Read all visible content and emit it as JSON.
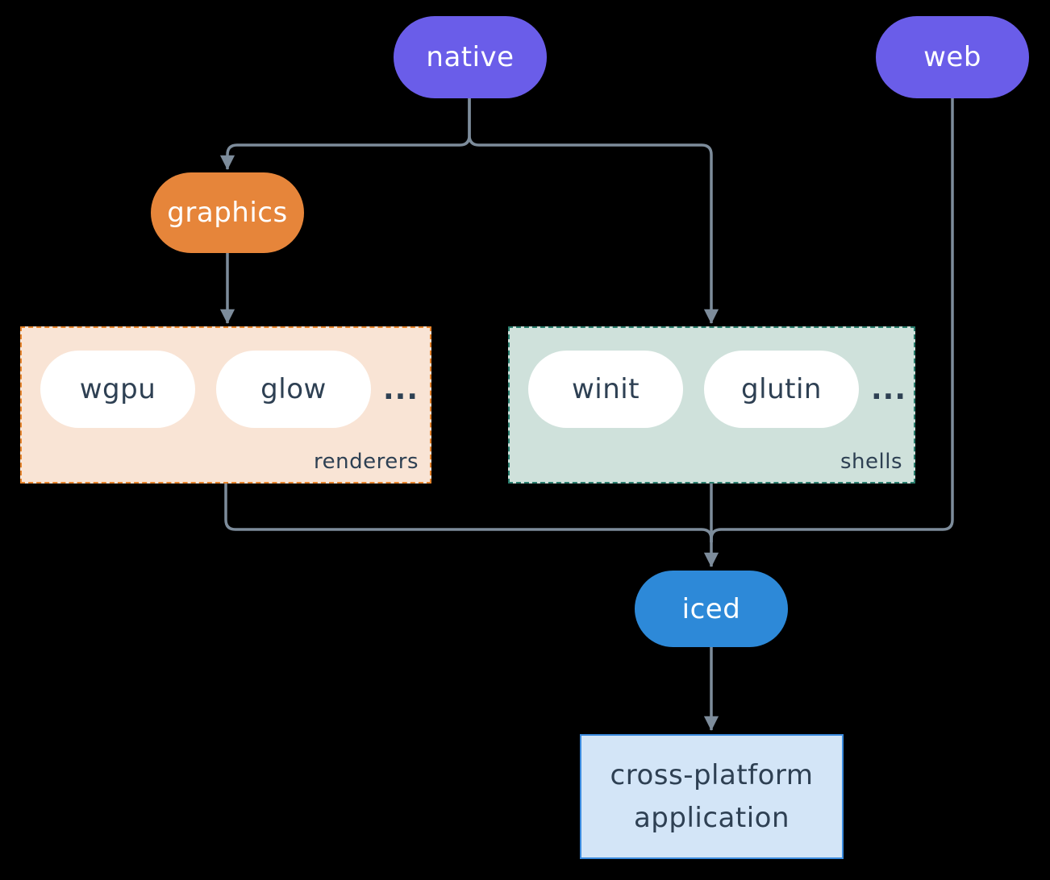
{
  "nodes": {
    "native": "native",
    "web": "web",
    "graphics": "graphics",
    "iced": "iced",
    "application": "cross-platform application"
  },
  "groups": {
    "renderers": {
      "label": "renderers",
      "items": [
        "wgpu",
        "glow"
      ],
      "ellipsis": "..."
    },
    "shells": {
      "label": "shells",
      "items": [
        "winit",
        "glutin"
      ],
      "ellipsis": "..."
    }
  },
  "colors": {
    "background": "#000000",
    "native-fill": "#6a5de9",
    "web-fill": "#6a5de9",
    "graphics-fill": "#e6853a",
    "iced-fill": "#2d89d8",
    "renderers-bg": "#f9e4d5",
    "renderers-border": "#e6842c",
    "shells-bg": "#cfe1db",
    "shells-border": "#2a7d6d",
    "app-bg": "#d3e5f7",
    "app-border": "#3b8bde",
    "pill-bg": "#ffffff",
    "text-dark": "#2e4053",
    "text-light": "#ffffff",
    "connector": "#7d8c9b"
  }
}
